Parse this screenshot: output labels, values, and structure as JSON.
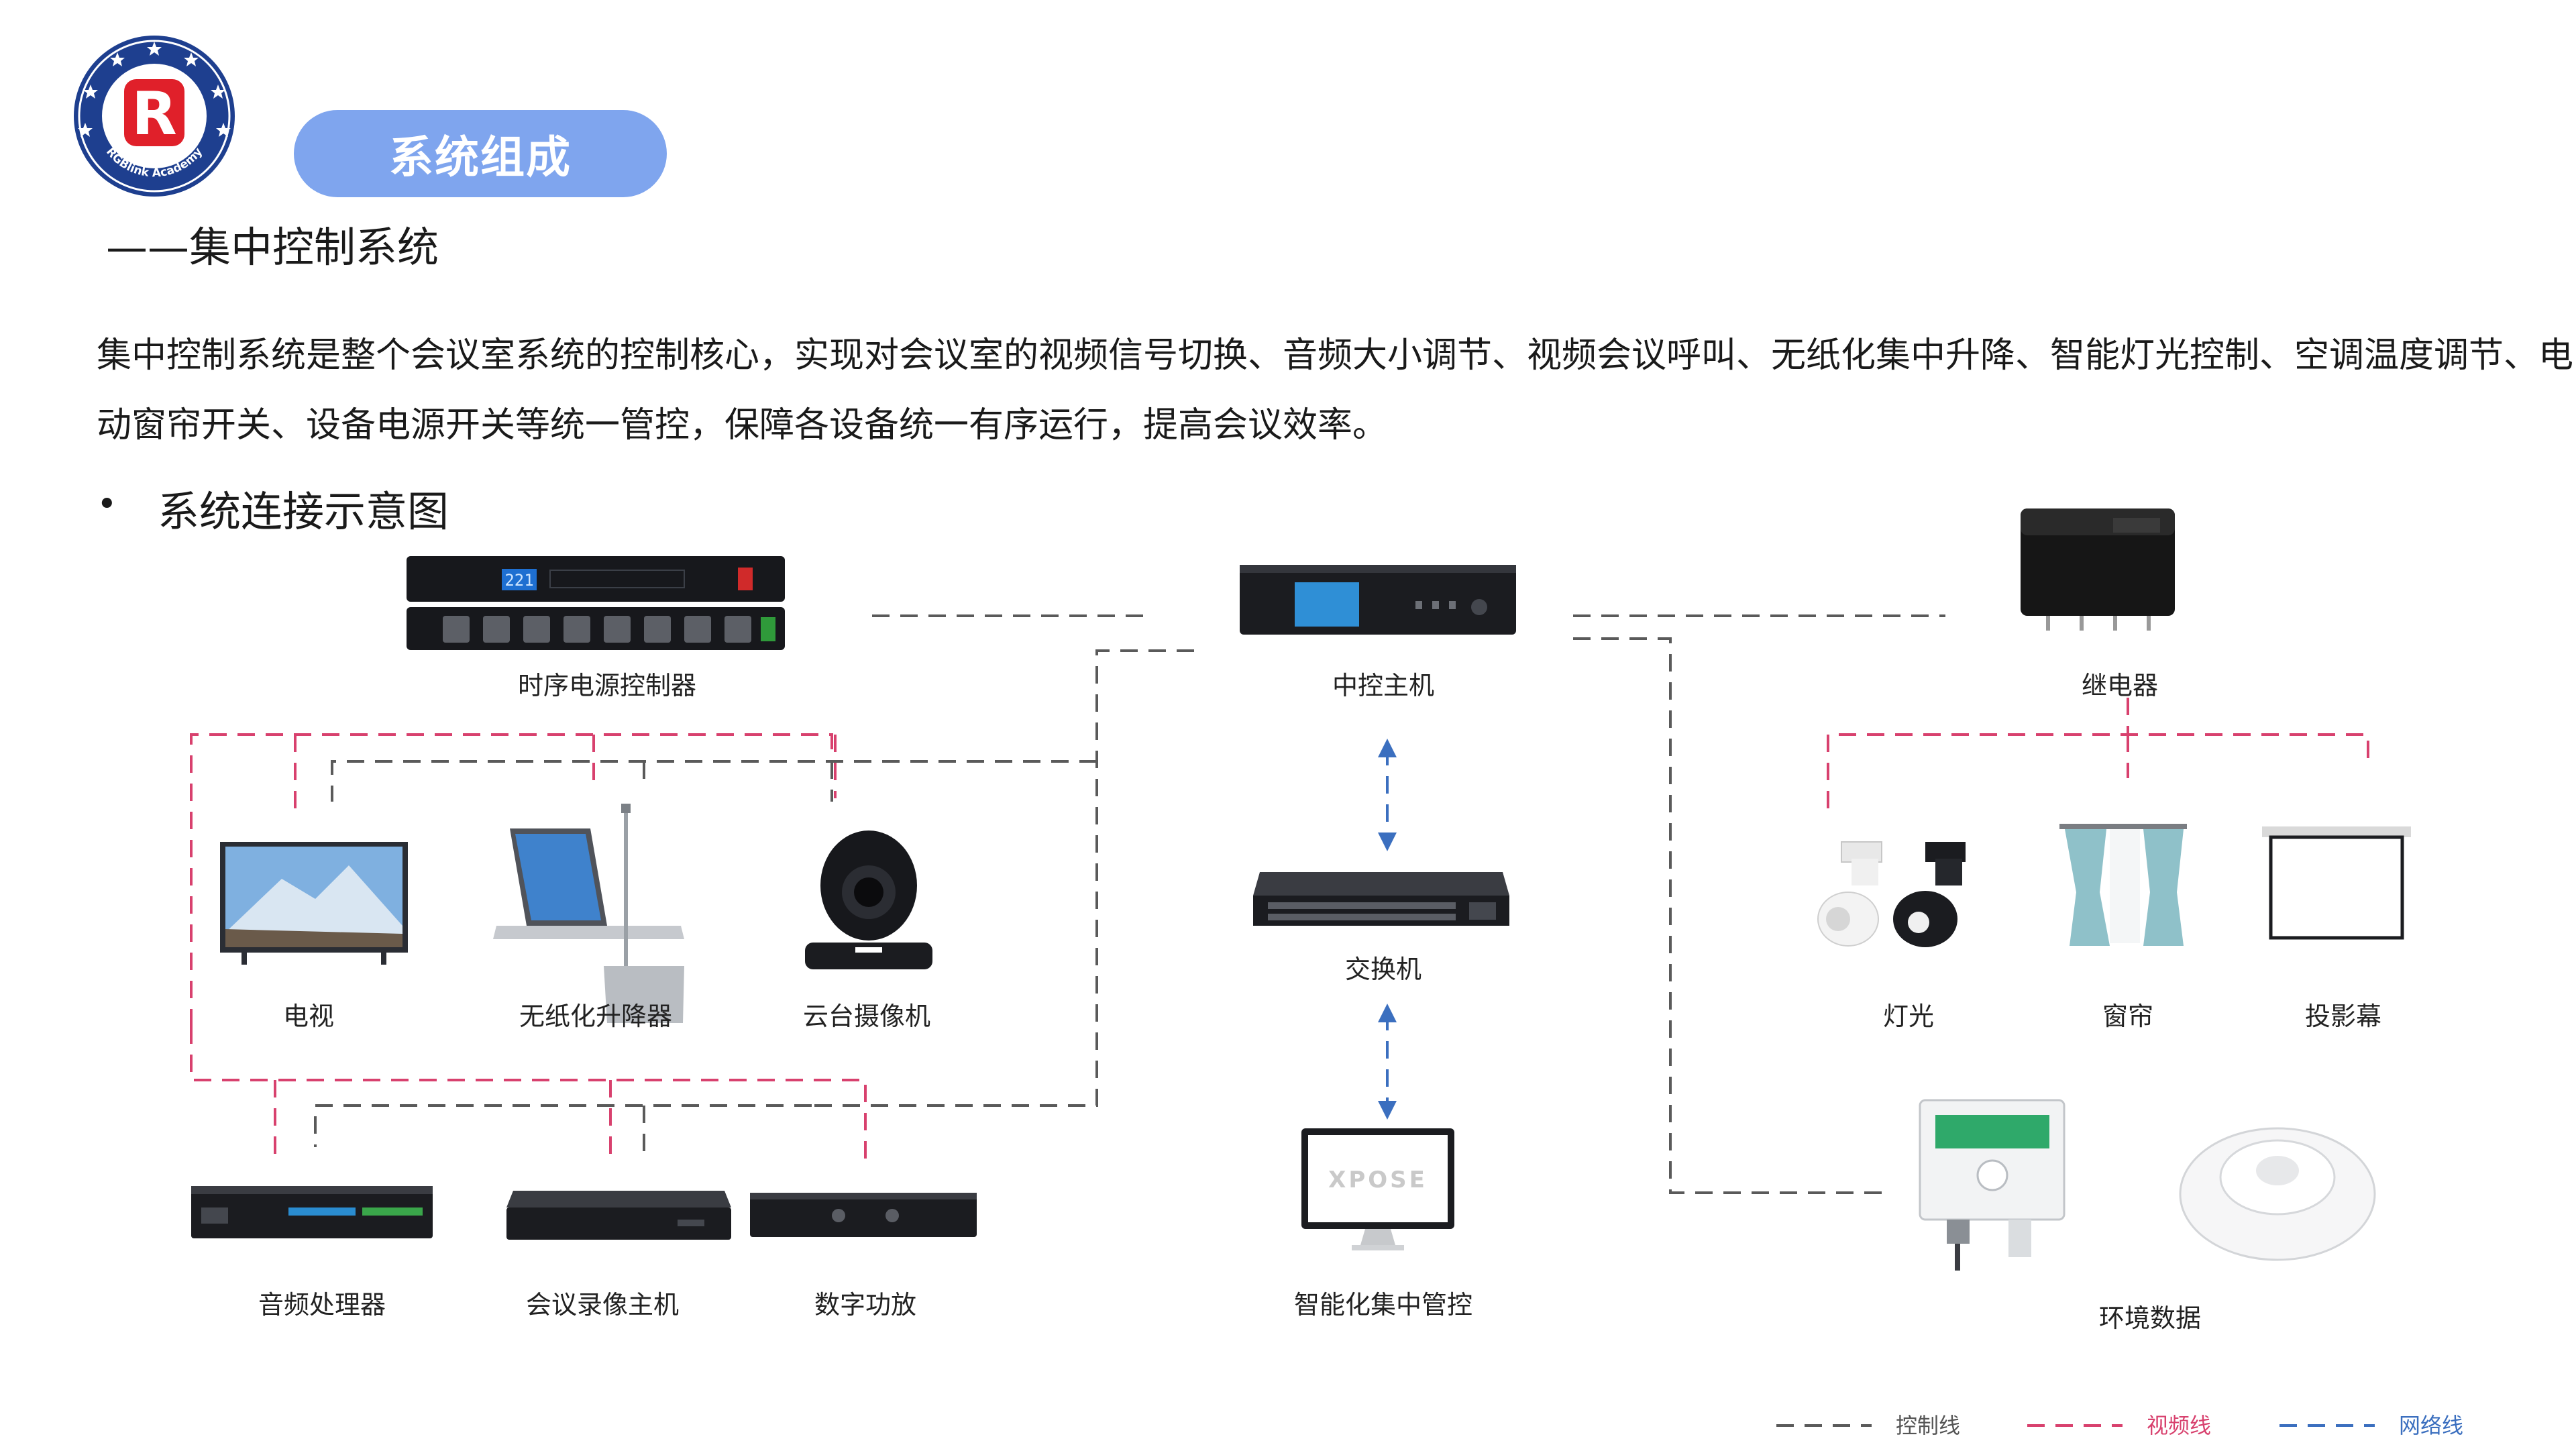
{
  "header": {
    "section_title": "系统组成",
    "subtitle": "——集中控制系统",
    "logo_text": "RGBlink Academy",
    "logo_letter": "R"
  },
  "intro": {
    "text": "集中控制系统是整个会议室系统的控制核心，实现对会议室的视频信号切换、音频大小调节、视频会议呼叫、无纸化集中升降、智能灯光控制、空调温度调节、电动窗帘开关、设备电源开关等统一管控，保障各设备统一有序运行，提高会议效率。"
  },
  "diagram": {
    "bullet": "•",
    "heading": "系统连接示意图",
    "devices": {
      "power_sequencer": "时序电源控制器",
      "central_controller": "中控主机",
      "relay": "继电器",
      "tv": "电视",
      "paperless_lift": "无纸化升降器",
      "ptz_camera": "云台摄像机",
      "switch": "交换机",
      "lighting": "灯光",
      "curtain": "窗帘",
      "projection_screen": "投影幕",
      "audio_processor": "音频处理器",
      "recording_host": "会议录像主机",
      "digital_amplifier": "数字功放",
      "smart_control": "智能化集中管控",
      "environment_data": "环境数据"
    },
    "screen_texts": {
      "sequencer_display": "221",
      "monitor_brand": "XPOSE"
    }
  },
  "legend": {
    "control_line": "控制线",
    "video_line": "视频线",
    "network_line": "网络线"
  },
  "colors": {
    "accent_pill": "#7fa5ee",
    "control_line": "#5a5a5a",
    "video_line": "#d8416e",
    "network_line": "#3b6fbf",
    "logo_blue": "#1e3f8f",
    "logo_red": "#e0202a"
  }
}
